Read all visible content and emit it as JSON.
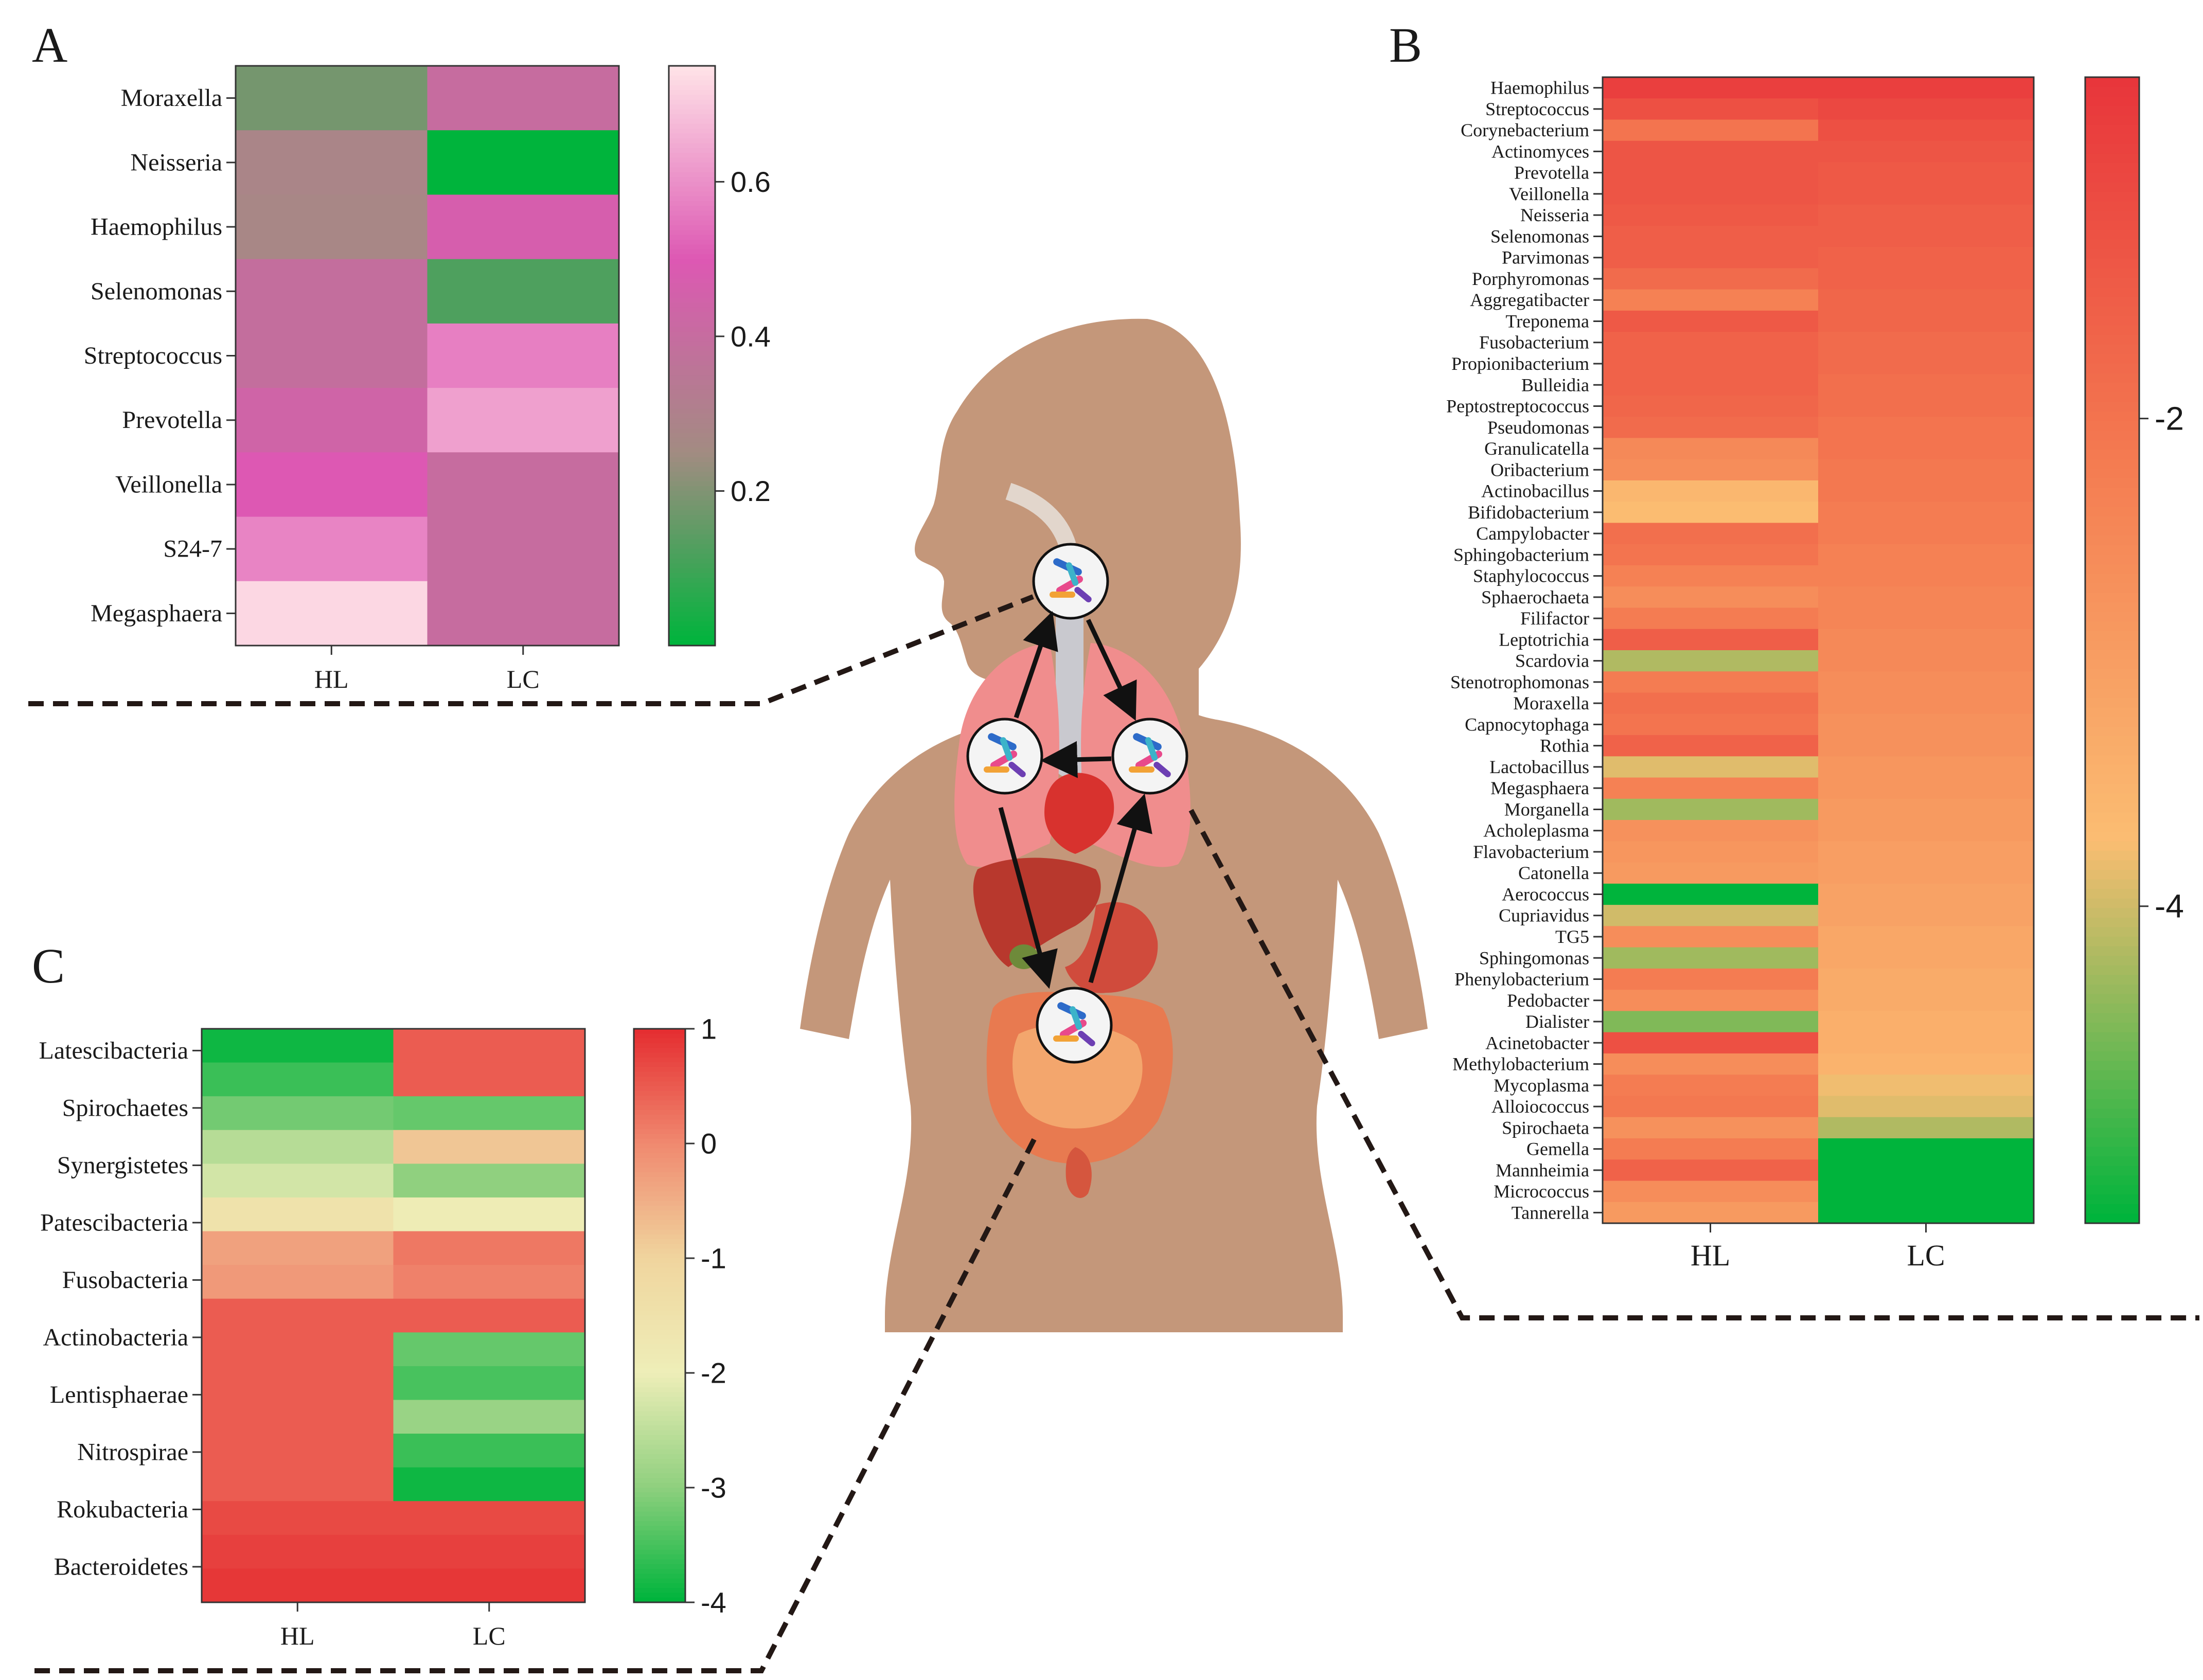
{
  "panels": {
    "a": "A",
    "b": "B",
    "c": "C"
  },
  "chart_data": [
    {
      "type": "heatmap",
      "panel": "A",
      "rows": [
        "Moraxella",
        "Neisseria",
        "Haemophilus",
        "Selenomonas",
        "Streptococcus",
        "Prevotella",
        "Veillonella",
        "S24-7",
        "Megasphaera"
      ],
      "columns": [
        "HL",
        "LC"
      ],
      "values": [
        [
          0.18,
          0.4
        ],
        [
          0.28,
          0.0
        ],
        [
          0.27,
          0.47
        ],
        [
          0.39,
          0.12
        ],
        [
          0.39,
          0.57
        ],
        [
          0.44,
          0.63
        ],
        [
          0.5,
          0.4
        ],
        [
          0.58,
          0.4
        ],
        [
          0.73,
          0.4
        ]
      ],
      "colorbar": {
        "ticks": [
          0.2,
          0.4,
          0.6
        ],
        "range": [
          0.0,
          0.75
        ]
      },
      "colormap": [
        "#00b43c",
        "#a38b82",
        "#dd58b3",
        "#ffe2e7"
      ],
      "xlabel": "",
      "ylabel": ""
    },
    {
      "type": "heatmap",
      "panel": "B",
      "rows": [
        "Haemophilus",
        "Streptococcus",
        "Corynebacterium",
        "Actinomyces",
        "Prevotella",
        "Veillonella",
        "Neisseria",
        "Selenomonas",
        "Parvimonas",
        "Porphyromonas",
        "Aggregatibacter",
        "Treponema",
        "Fusobacterium",
        "Propionibacterium",
        "Bulleidia",
        "Peptostreptococcus",
        "Pseudomonas",
        "Granulicatella",
        "Oribacterium",
        "Actinobacillus",
        "Bifidobacterium",
        "Campylobacter",
        "Sphingobacterium",
        "Staphylococcus",
        "Sphaerochaeta",
        "Filifactor",
        "Leptotrichia",
        "Scardovia",
        "Stenotrophomonas",
        "Moraxella",
        "Capnocytophaga",
        "Rothia",
        "Lactobacillus",
        "Megasphaera",
        "Morganella",
        "Acholeplasma",
        "Flavobacterium",
        "Catonella",
        "Aerococcus",
        "Cupriavidus",
        "TG5",
        "Sphingomonas",
        "Phenylobacterium",
        "Pedobacter",
        "Dialister",
        "Acinetobacter",
        "Methylobacterium",
        "Mycoplasma",
        "Alloiococcus",
        "Spirochaeta",
        "Gemella",
        "Mannheimia",
        "Micrococcus",
        "Tannerella"
      ],
      "columns": [
        "HL",
        "LC"
      ],
      "values": [
        [
          -0.8,
          -0.8
        ],
        [
          -1.2,
          -1.0
        ],
        [
          -2.0,
          -1.2
        ],
        [
          -1.3,
          -1.3
        ],
        [
          -1.3,
          -1.4
        ],
        [
          -1.3,
          -1.4
        ],
        [
          -1.4,
          -1.5
        ],
        [
          -1.5,
          -1.5
        ],
        [
          -1.5,
          -1.6
        ],
        [
          -1.8,
          -1.6
        ],
        [
          -2.3,
          -1.7
        ],
        [
          -1.4,
          -1.7
        ],
        [
          -1.6,
          -1.8
        ],
        [
          -1.6,
          -1.8
        ],
        [
          -1.6,
          -1.9
        ],
        [
          -1.7,
          -1.9
        ],
        [
          -1.8,
          -2.0
        ],
        [
          -2.5,
          -2.0
        ],
        [
          -2.6,
          -2.1
        ],
        [
          -3.6,
          -2.1
        ],
        [
          -3.7,
          -2.2
        ],
        [
          -1.9,
          -2.2
        ],
        [
          -2.0,
          -2.3
        ],
        [
          -2.3,
          -2.3
        ],
        [
          -2.6,
          -2.4
        ],
        [
          -2.2,
          -2.4
        ],
        [
          -1.5,
          -2.5
        ],
        [
          -4.2,
          -2.5
        ],
        [
          -2.2,
          -2.6
        ],
        [
          -1.9,
          -2.6
        ],
        [
          -2.0,
          -2.7
        ],
        [
          -1.6,
          -2.7
        ],
        [
          -3.9,
          -2.8
        ],
        [
          -2.3,
          -2.8
        ],
        [
          -4.3,
          -2.9
        ],
        [
          -2.7,
          -2.9
        ],
        [
          -2.8,
          -3.0
        ],
        [
          -2.9,
          -3.0
        ],
        [
          -5.3,
          -3.1
        ],
        [
          -4.0,
          -3.1
        ],
        [
          -2.6,
          -3.2
        ],
        [
          -4.3,
          -3.2
        ],
        [
          -2.2,
          -3.3
        ],
        [
          -2.6,
          -3.3
        ],
        [
          -4.5,
          -3.4
        ],
        [
          -1.2,
          -3.4
        ],
        [
          -2.6,
          -3.5
        ],
        [
          -2.2,
          -3.8
        ],
        [
          -2.1,
          -3.9
        ],
        [
          -2.7,
          -4.2
        ],
        [
          -2.2,
          -5.3
        ],
        [
          -1.6,
          -5.3
        ],
        [
          -2.6,
          -5.3
        ],
        [
          -2.9,
          -5.3
        ]
      ],
      "colorbar": {
        "ticks": [
          -2,
          -4
        ],
        "range": [
          -5.3,
          -0.6
        ]
      },
      "colormap": [
        "#00b43c",
        "#fbbd72",
        "#f47b51",
        "#e8363b"
      ],
      "xlabel": "",
      "ylabel": ""
    },
    {
      "type": "heatmap",
      "panel": "C",
      "rows": [
        "Latescibacteria",
        "Spirochaetes",
        "Synergistetes",
        "Patescibacteria",
        "Fusobacteria",
        "Actinobacteria",
        "Lentisphaerae",
        "Nitrospirae",
        "Rokubacteria",
        "Bacteroidetes"
      ],
      "columns": [
        "HL",
        "LC"
      ],
      "values": [
        [
          -3.9,
          0.5
        ],
        [
          -3.6,
          0.5
        ],
        [
          -3.2,
          -3.3
        ],
        [
          -2.6,
          -0.8
        ],
        [
          -2.3,
          -3.0
        ],
        [
          -1.5,
          -1.9
        ],
        [
          -0.3,
          0.2
        ],
        [
          -0.2,
          0.1
        ],
        [
          0.5,
          0.5
        ],
        [
          0.5,
          -3.3
        ],
        [
          0.5,
          -3.5
        ],
        [
          0.5,
          -2.9
        ],
        [
          0.5,
          -3.6
        ],
        [
          0.5,
          -3.9
        ],
        [
          0.7,
          0.7
        ],
        [
          0.8,
          0.8
        ],
        [
          0.9,
          0.9
        ]
      ],
      "colorbar": {
        "ticks": [
          1,
          0,
          -1,
          -2,
          -3,
          -4
        ],
        "range": [
          -4,
          1
        ]
      },
      "colormap": [
        "#00b43c",
        "#90d07f",
        "#eeeeb8",
        "#f0d59e",
        "#f08a70",
        "#e52e31"
      ],
      "xlabel": "",
      "ylabel": ""
    }
  ]
}
